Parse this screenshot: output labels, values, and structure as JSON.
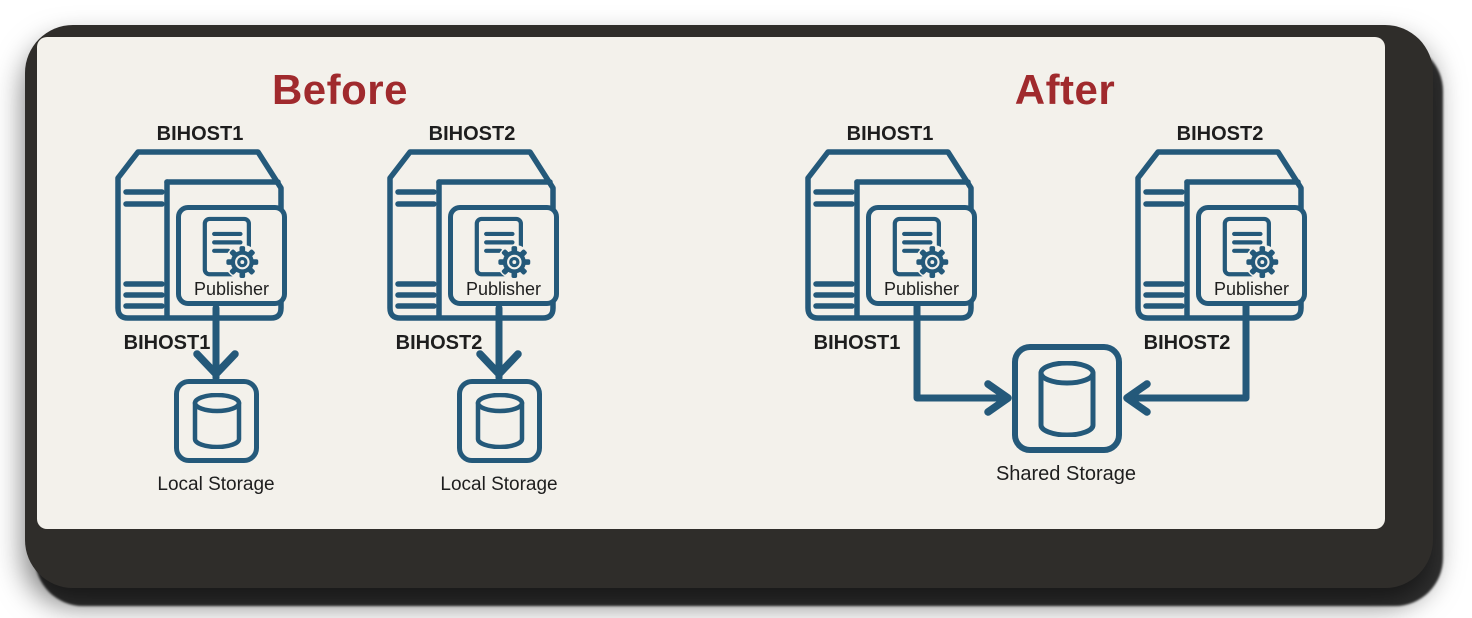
{
  "colors": {
    "accent": "#24597a",
    "title": "#a02a2d",
    "text": "#1e1e1e",
    "card_bg": "#f3f1eb",
    "shadow": "#2f2d2a"
  },
  "sections": {
    "before": {
      "title": "Before",
      "hosts": [
        {
          "top_label": "BIHOST1",
          "bottom_label": "BIHOST1",
          "app_label": "Publisher"
        },
        {
          "top_label": "BIHOST2",
          "bottom_label": "BIHOST2",
          "app_label": "Publisher"
        }
      ],
      "storages": [
        {
          "label": "Local Storage"
        },
        {
          "label": "Local Storage"
        }
      ]
    },
    "after": {
      "title": "After",
      "hosts": [
        {
          "top_label": "BIHOST1",
          "bottom_label": "BIHOST1",
          "app_label": "Publisher"
        },
        {
          "top_label": "BIHOST2",
          "bottom_label": "BIHOST2",
          "app_label": "Publisher"
        }
      ],
      "storage": {
        "label": "Shared Storage"
      }
    }
  }
}
